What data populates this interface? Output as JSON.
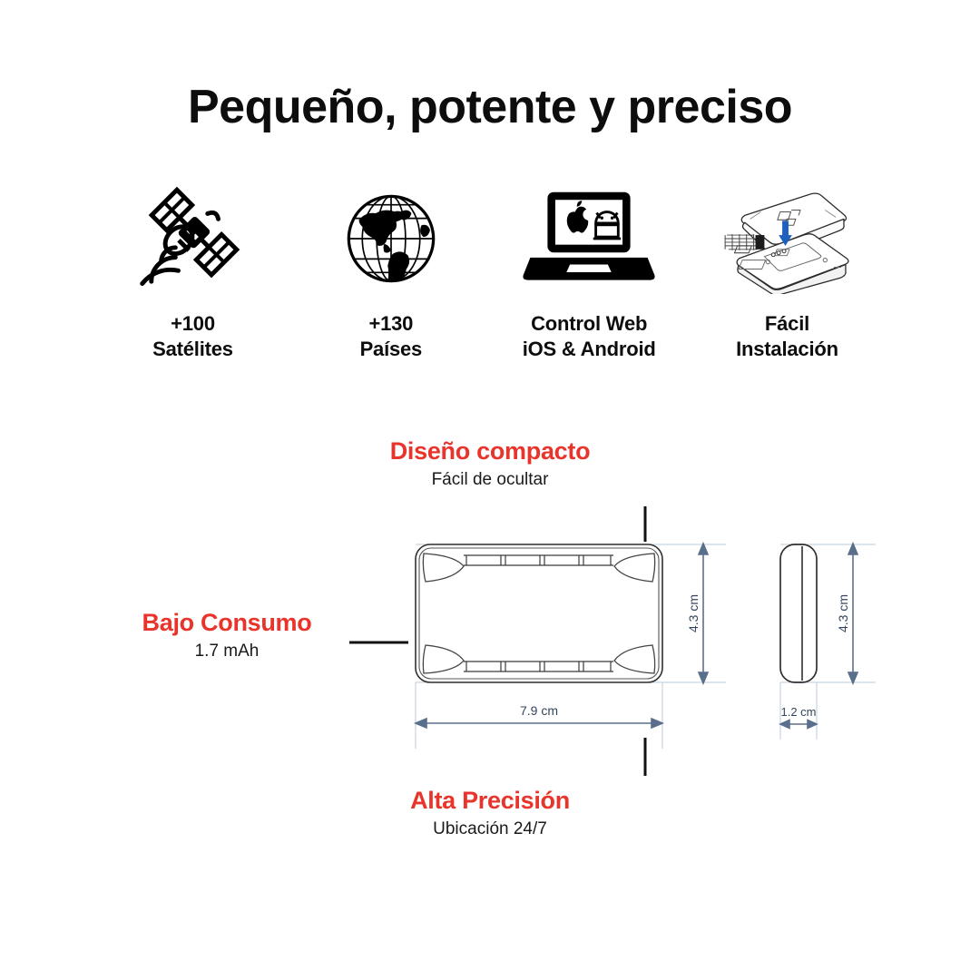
{
  "title": "Pequeño, potente y preciso",
  "colors": {
    "red": "#E8342B",
    "ink": "#0d0d0d",
    "dimension": "#5a6f8c",
    "extension": "#c7d3e2",
    "blue_arrow": "#1f5fbf"
  },
  "features": [
    {
      "icon": "satellite-icon",
      "line1": "+100",
      "line2": "Satélites"
    },
    {
      "icon": "globe-icon",
      "line1": "+130",
      "line2": "Países"
    },
    {
      "icon": "laptop-devices-icon",
      "line1": "Control Web",
      "line2": "iOS & Android"
    },
    {
      "icon": "device-exploded-install-icon",
      "line1": "Fácil",
      "line2": "Instalación"
    }
  ],
  "callouts": {
    "design": {
      "title": "Diseño compacto",
      "subtitle": "Fácil de ocultar"
    },
    "power": {
      "title": "Bajo Consumo",
      "subtitle": "1.7 mAh"
    },
    "precision": {
      "title": "Alta Precisión",
      "subtitle": "Ubicación 24/7"
    }
  },
  "dimensions": {
    "front_height": "4.3 cm",
    "front_width": "7.9 cm",
    "side_height": "4.3 cm",
    "side_width": "1.2 cm"
  }
}
